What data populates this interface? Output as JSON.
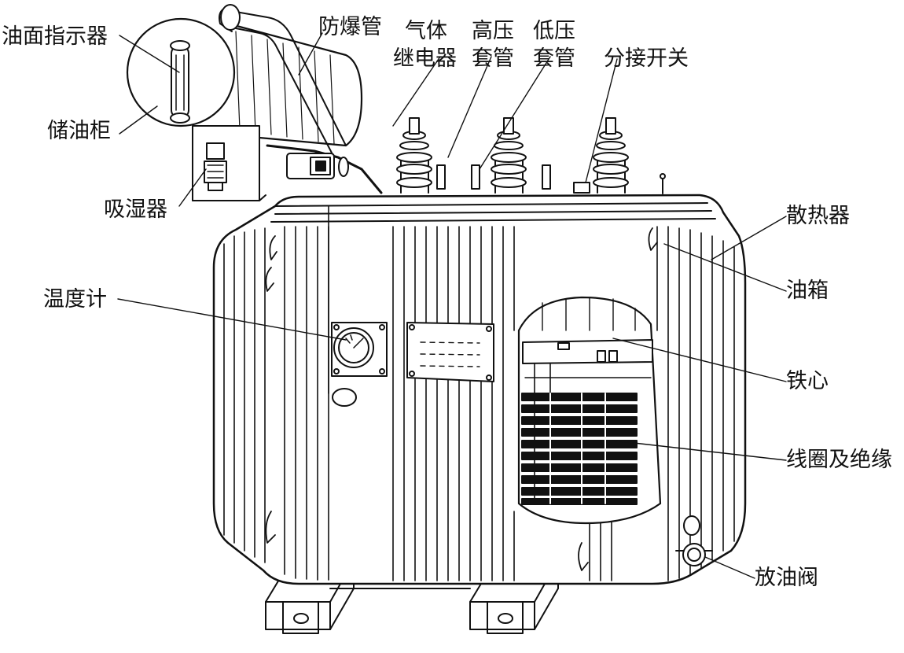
{
  "labels": {
    "oil_indicator": "油面指示器",
    "explosion_pipe": "防爆管",
    "gas_relay_line1": "气体",
    "gas_relay_line2": "继电器",
    "hv_bushing_line1": "高压",
    "hv_bushing_line2": "套管",
    "lv_bushing_line1": "低压",
    "lv_bushing_line2": "套管",
    "tap_switch": "分接开关",
    "conservator": "储油柜",
    "breather": "吸湿器",
    "radiator": "散热器",
    "oil_tank": "油箱",
    "thermometer": "温度计",
    "iron_core": "铁心",
    "coil_insulation": "线圈及绝缘",
    "drain_valve": "放油阀"
  },
  "colors": {
    "ink": "#111111",
    "paper": "#ffffff",
    "coil": "#111111"
  }
}
